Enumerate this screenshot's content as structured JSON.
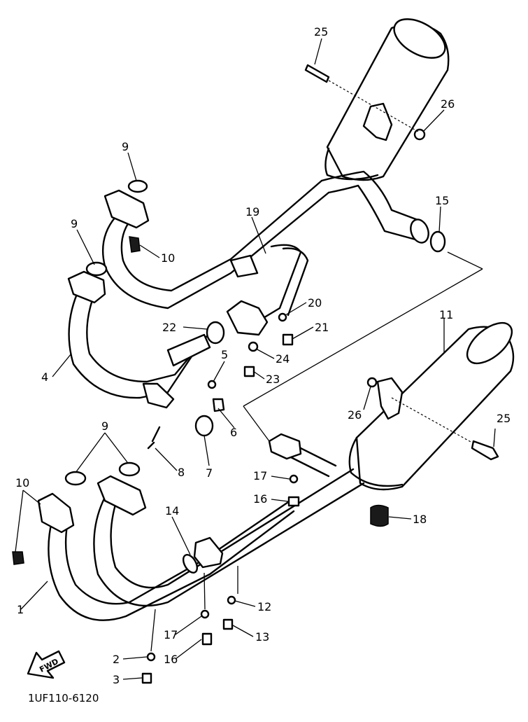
{
  "diagram": {
    "code": "1UF110-6120",
    "fwd_label": "FWD",
    "callouts": {
      "c1": "1",
      "c2": "2",
      "c3": "3",
      "c4": "4",
      "c5": "5",
      "c6": "6",
      "c7": "7",
      "c8": "8",
      "c9a": "9",
      "c9b": "9",
      "c9c": "9",
      "c10a": "10",
      "c10b": "10",
      "c11": "11",
      "c12": "12",
      "c13": "13",
      "c14": "14",
      "c15": "15",
      "c16a": "16",
      "c16b": "16",
      "c17a": "17",
      "c17b": "17",
      "c18": "18",
      "c19": "19",
      "c20": "20",
      "c21": "21",
      "c22": "22",
      "c23": "23",
      "c24": "24",
      "c25a": "25",
      "c25b": "25",
      "c26a": "26",
      "c26b": "26"
    }
  }
}
